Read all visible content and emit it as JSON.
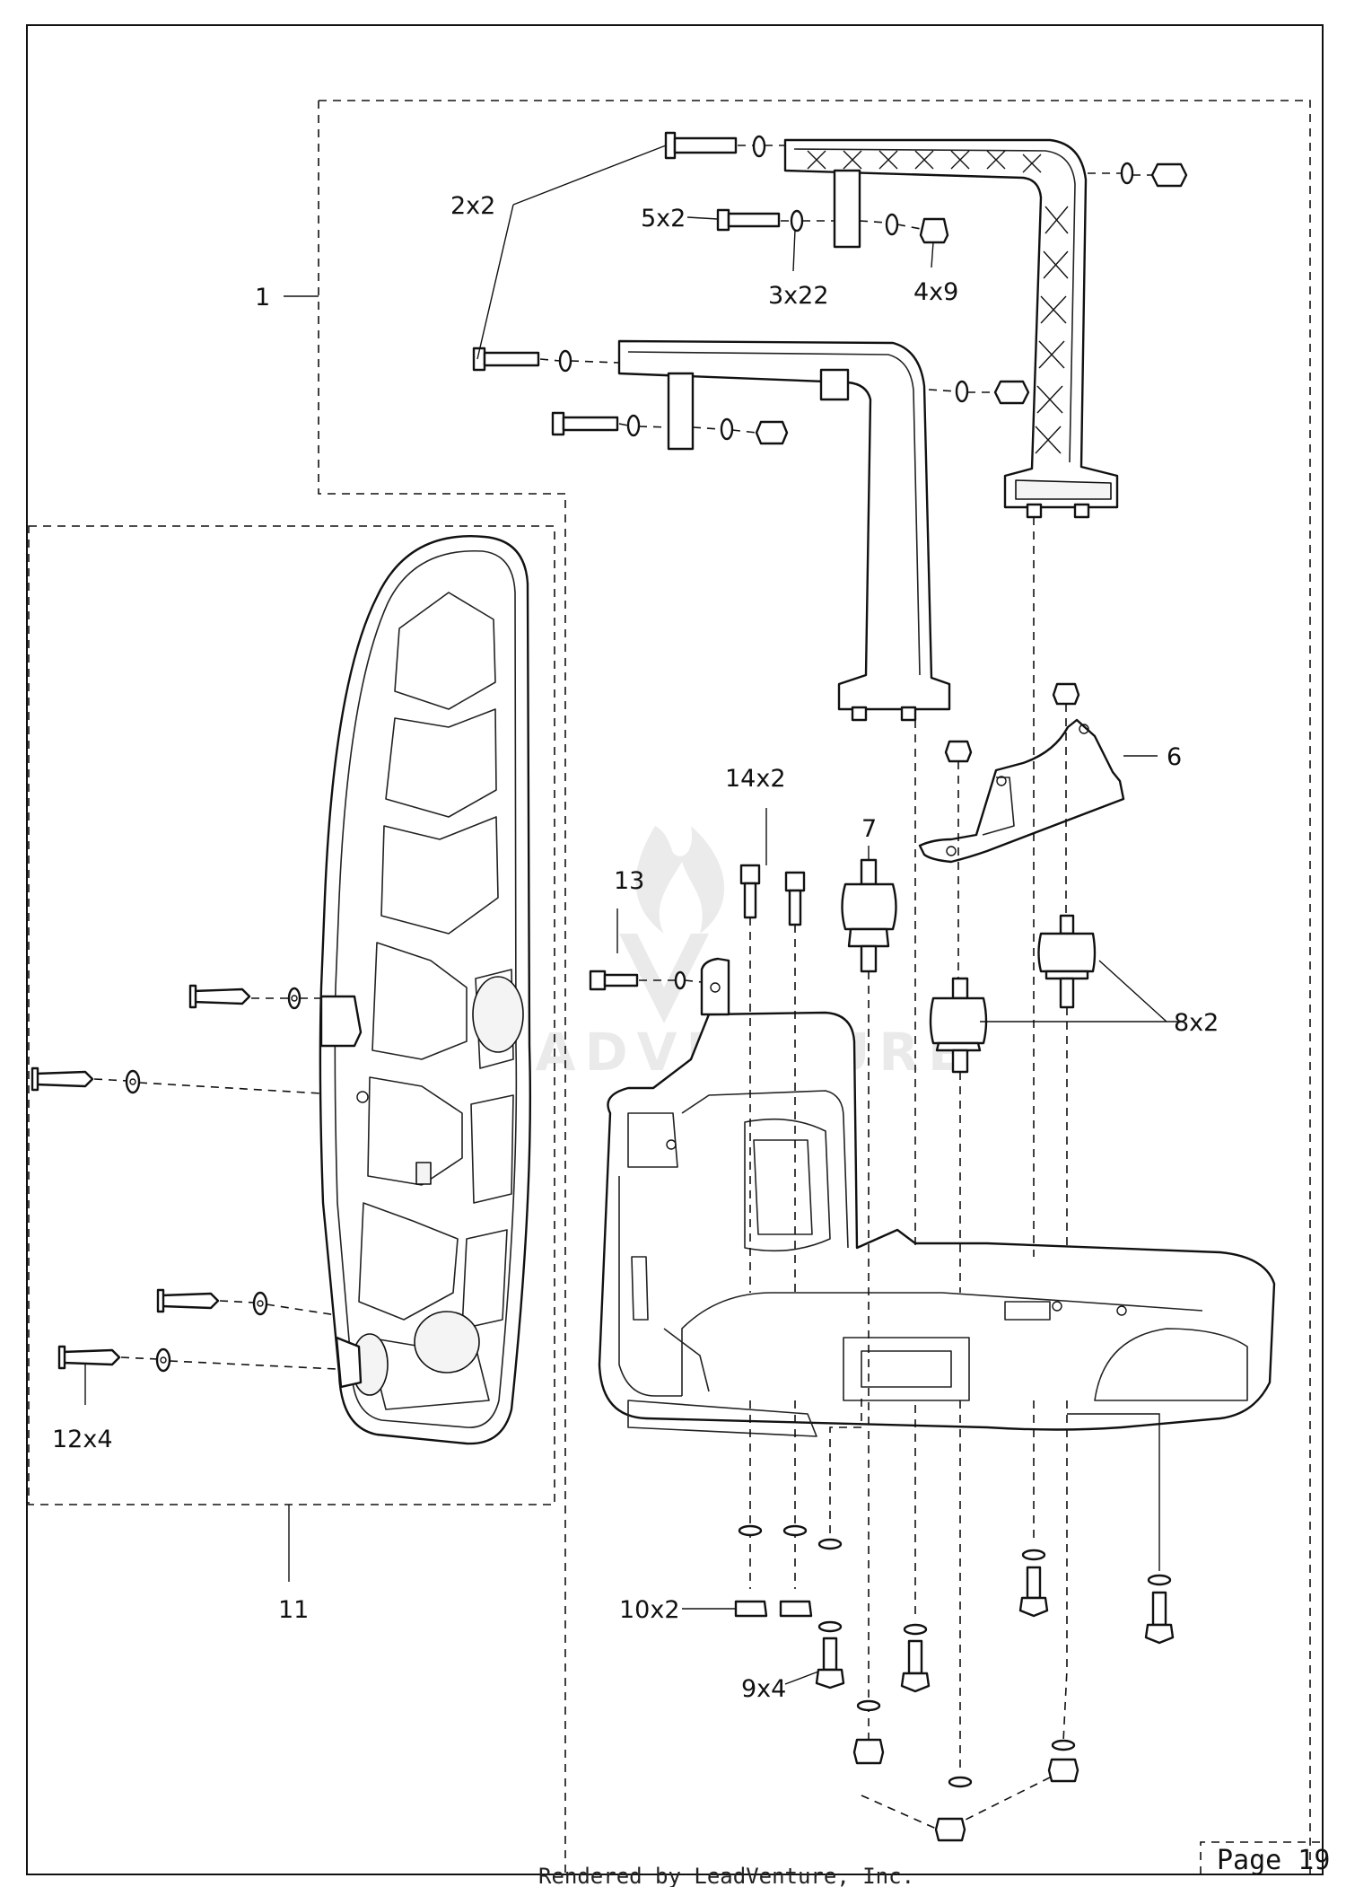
{
  "callouts": {
    "c1": "1",
    "c2": "2x2",
    "c3": "3x22",
    "c4": "4x9",
    "c5": "5x2",
    "c6": "6",
    "c7": "7",
    "c8": "8x2",
    "c9": "9x4",
    "c10": "10x2",
    "c11": "11",
    "c12": "12x4",
    "c13": "13",
    "c14": "14x2"
  },
  "page_label": "Page 19",
  "footer": "Rendered by LeadVenture, Inc.",
  "watermark": "LEADVENTURE",
  "colors": {
    "line": "#111111",
    "background": "#ffffff"
  }
}
